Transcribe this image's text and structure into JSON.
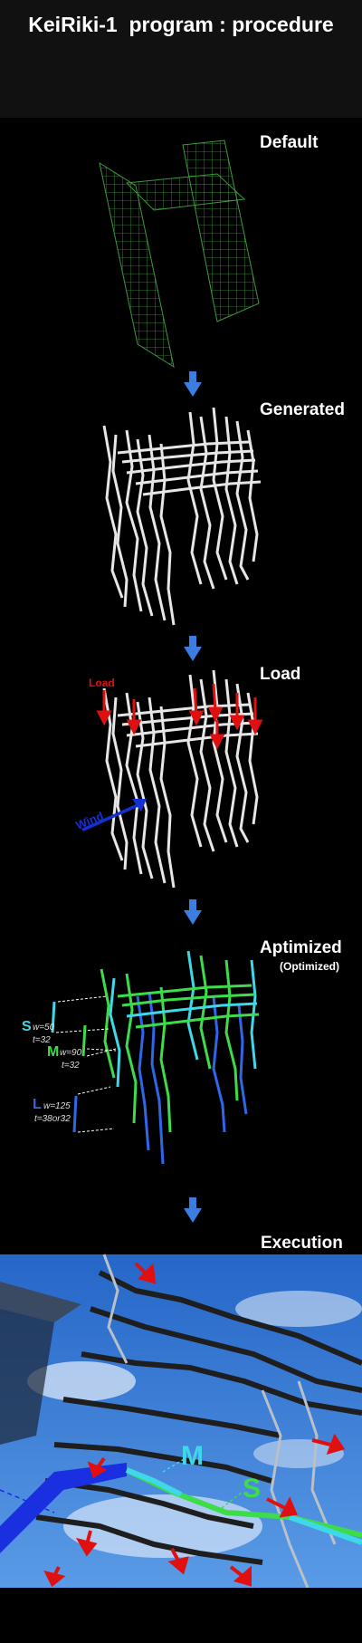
{
  "header": {
    "title": "KeiRiki-1  program : procedure"
  },
  "stages": {
    "default": {
      "label": "Default"
    },
    "generated": {
      "label": "Generated"
    },
    "load": {
      "label": "Load",
      "load_text": "Load",
      "wind_text": "Wind"
    },
    "optimized": {
      "label": "Aptimized",
      "sublabel": "(Optimized)",
      "groups": [
        {
          "letter": "S",
          "w": "w=50",
          "t": "t=32",
          "color": "#3fd8e8"
        },
        {
          "letter": "M",
          "w": "w=90",
          "t": "t=32",
          "color": "#3ddc4a"
        },
        {
          "letter": "L",
          "w": "w=125",
          "t": "t=38or32",
          "color": "#2f67e8"
        }
      ]
    },
    "execution": {
      "label": "Execution",
      "m_text": "M",
      "s_text": "S"
    }
  },
  "colors": {
    "grid_green": "#3c9a3c",
    "arrow_blue": "#3b7de0",
    "load_red": "#e01010",
    "wind_blue": "#1530d0",
    "sky": "#2d6fd0"
  },
  "icons": [
    "down-arrow-icon"
  ]
}
